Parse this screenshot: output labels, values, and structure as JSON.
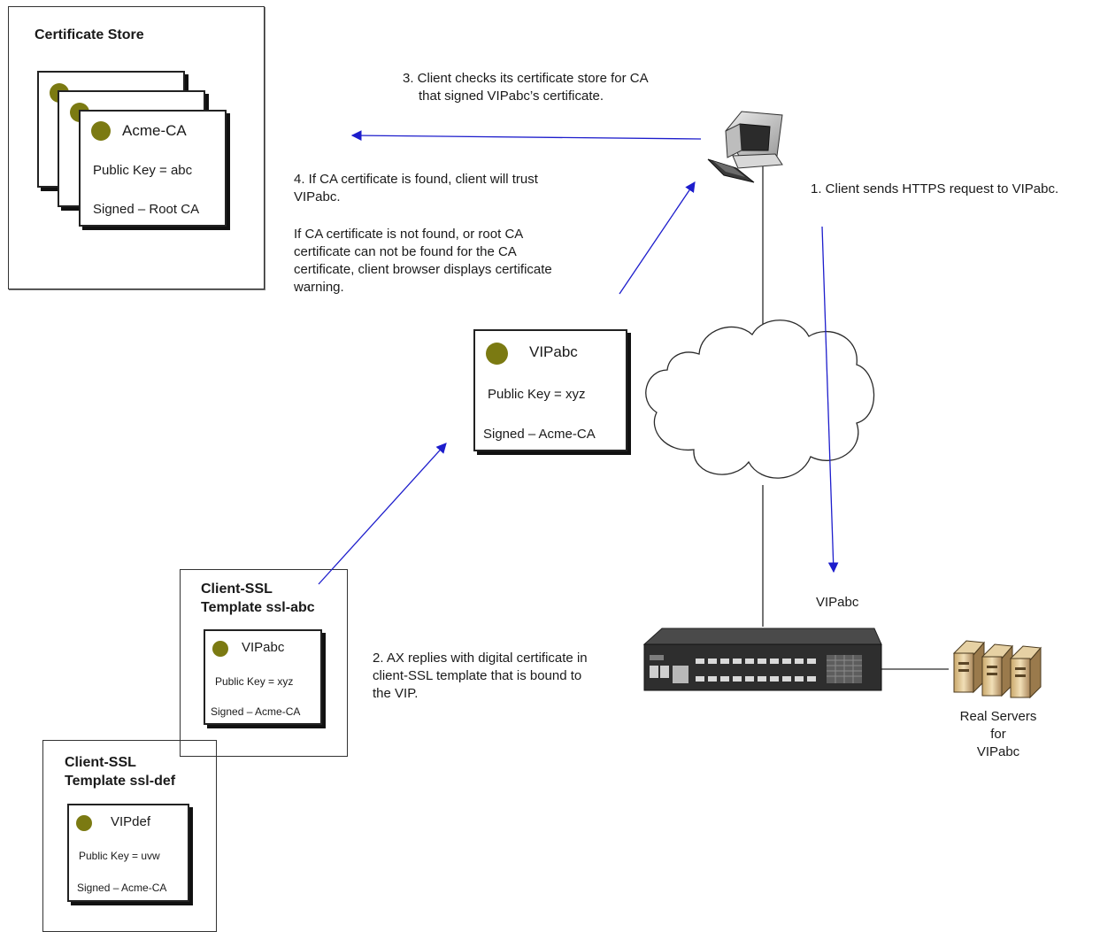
{
  "certificate_store": {
    "title": "Certificate Store",
    "cert": {
      "name": "Acme-CA",
      "public_key": "Public Key = abc",
      "signed": "Signed – Root CA"
    }
  },
  "notes": {
    "step1": "1. Client sends HTTPS request to VIPabc.",
    "step2": [
      "2. AX replies with digital certificate in",
      "client-SSL template that is bound to",
      "the VIP."
    ],
    "step3": [
      "3. Client checks its certificate store for CA",
      "that signed VIPabc’s certificate."
    ],
    "step4a": [
      "4. If CA certificate is found, client will trust",
      "VIPabc."
    ],
    "step4b": [
      "If CA certificate is not found, or root CA",
      "certificate can not be found for the CA",
      "certificate, client browser displays certificate",
      "warning."
    ]
  },
  "vip_cert": {
    "name": "VIPabc",
    "public_key": "Public Key = xyz",
    "signed": "Signed – Acme-CA"
  },
  "template_abc": {
    "title": [
      "Client-SSL",
      "Template ssl-abc"
    ],
    "cert": {
      "name": "VIPabc",
      "public_key": "Public Key = xyz",
      "signed": "Signed – Acme-CA"
    }
  },
  "template_def": {
    "title": [
      "Client-SSL",
      "Template ssl-def"
    ],
    "cert": {
      "name": "VIPdef",
      "public_key": "Public Key = uvw",
      "signed": "Signed – Acme-CA"
    }
  },
  "vip_label": "VIPabc",
  "real_servers": [
    "Real Servers",
    "for",
    "VIPabc"
  ],
  "colors": {
    "arrow": "#1d1dcc",
    "dot": "#7b7a12",
    "line": "#2a2a2a"
  }
}
